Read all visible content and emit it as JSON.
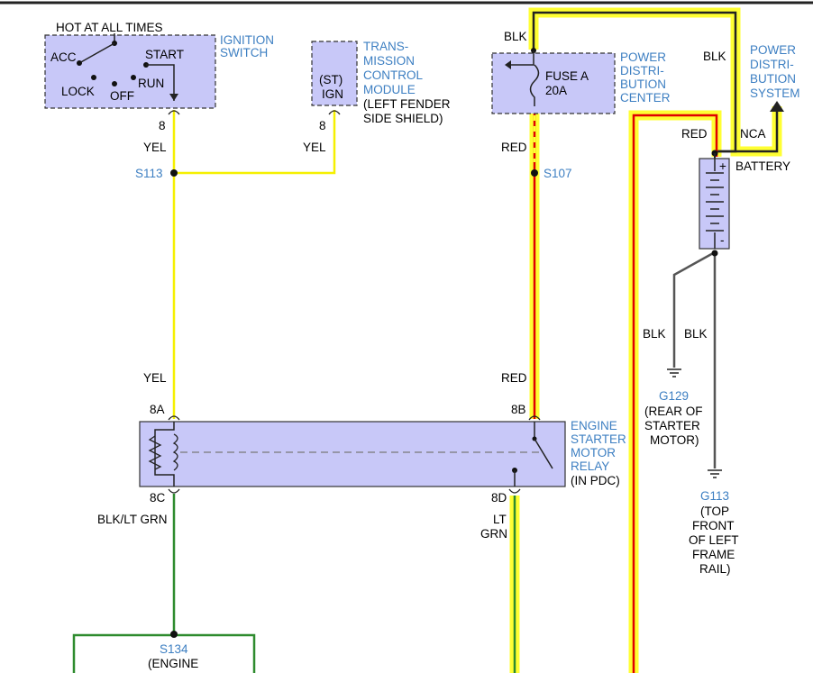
{
  "colors": {
    "component_fill": "#c8c8f8",
    "label_blue": "#3d7fc2",
    "yellow": "#f5f000",
    "highlight": "#ffff33",
    "red": "#e00000",
    "green": "#2e8b2e",
    "black": "#222222",
    "grey": "#555555"
  },
  "top_line": {},
  "ignition_switch": {
    "hot_label": "HOT AT ALL TIMES",
    "acc": "ACC",
    "start": "START",
    "run": "RUN",
    "lock": "LOCK",
    "off": "OFF",
    "name_line1": "IGNITION",
    "name_line2": "SWITCH",
    "pin": "8",
    "wire_color": "YEL"
  },
  "tcm": {
    "pin_label_line1": "(ST)",
    "pin_label_line2": "IGN",
    "name_line1": "TRANS-",
    "name_line2": "MISSION",
    "name_line3": "CONTROL",
    "name_line4": "MODULE",
    "loc_line1": "(LEFT FENDER",
    "loc_line2": "SIDE SHIELD)",
    "pin": "8",
    "wire_color": "YEL"
  },
  "splices": {
    "s113": "S113",
    "s107": "S107",
    "s134": "S134",
    "s134_sub": "(ENGINE"
  },
  "pdc": {
    "wire_in": "BLK",
    "fuse_line1": "FUSE A",
    "fuse_line2": "20A",
    "name_line1": "POWER",
    "name_line2": "DISTRI-",
    "name_line3": "BUTION",
    "name_line4": "CENTER",
    "wire_out": "RED"
  },
  "battery": {
    "wire_blk_top": "BLK",
    "system_line1": "POWER",
    "system_line2": "DISTRI-",
    "system_line3": "BUTION",
    "system_line4": "SYSTEM",
    "wire_red": "RED",
    "wire_nca": "NCA",
    "name": "BATTERY",
    "plus": "+",
    "minus": "-",
    "ground_wire_1": "BLK",
    "ground_wire_2": "BLK"
  },
  "grounds": {
    "g129": "G129",
    "g129_line1": "(REAR OF",
    "g129_line2": "STARTER",
    "g129_line3": "MOTOR)",
    "g113": "G113",
    "g113_line1": "(TOP",
    "g113_line2": "FRONT",
    "g113_line3": "OF LEFT",
    "g113_line4": "FRAME",
    "g113_line5": "RAIL)"
  },
  "relay": {
    "yel_label": "YEL",
    "red_label": "RED",
    "pin_8a": "8A",
    "pin_8b": "8B",
    "pin_8c": "8C",
    "pin_8d": "8D",
    "name_line1": "ENGINE",
    "name_line2": "STARTER",
    "name_line3": "MOTOR",
    "name_line4": "RELAY",
    "loc": "(IN PDC)",
    "wire_8c": "BLK/LT GRN",
    "wire_8d_line1": "LT",
    "wire_8d_line2": "GRN"
  }
}
